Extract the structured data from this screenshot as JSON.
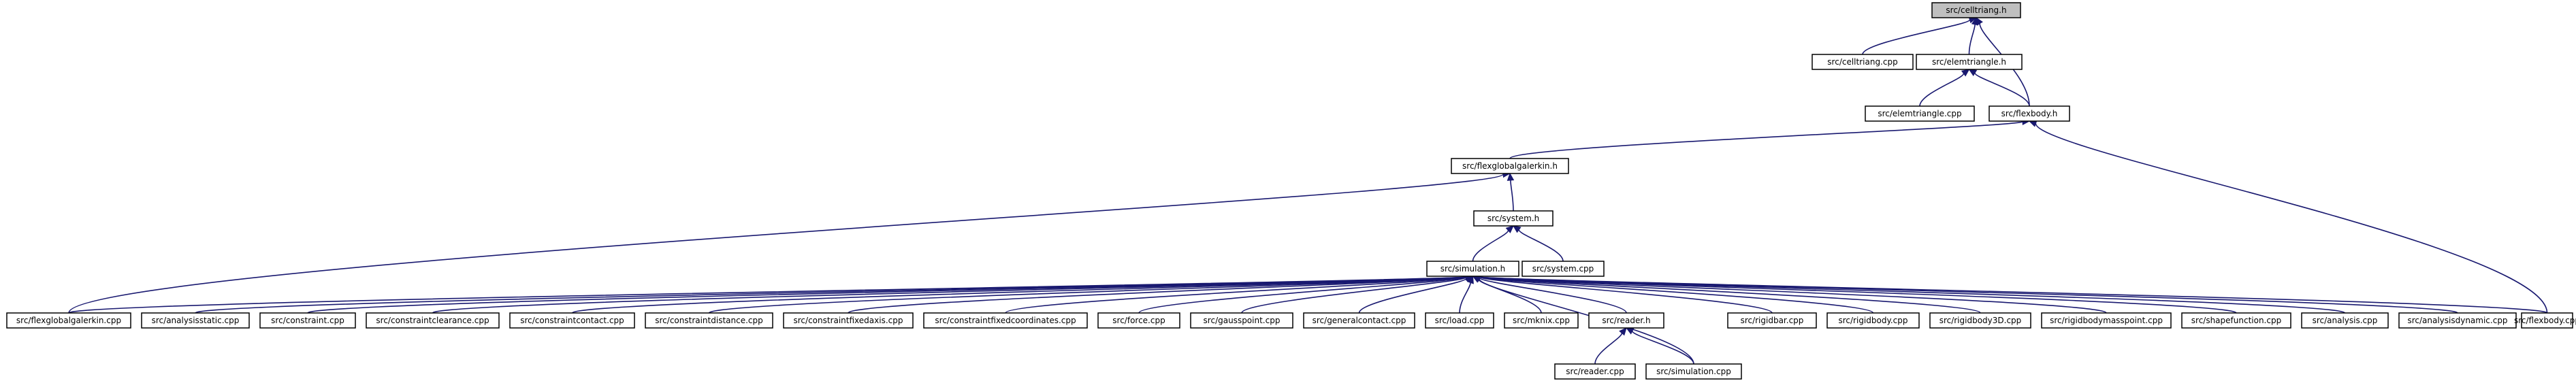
{
  "colors": {
    "primary_edge": "#191970",
    "root_fill": "#bfbfbf",
    "node_border": "#000000",
    "background": "#ffffff"
  },
  "nodes": [
    {
      "id": "celltriang_h",
      "label": "src/celltriang.h",
      "root": true
    },
    {
      "id": "celltriang_cpp",
      "label": "src/celltriang.cpp"
    },
    {
      "id": "elemtriangle_h",
      "label": "src/elemtriangle.h"
    },
    {
      "id": "elemtriangle_cpp",
      "label": "src/elemtriangle.cpp"
    },
    {
      "id": "flexbody_h",
      "label": "src/flexbody.h"
    },
    {
      "id": "flexglobalgalerkin_h",
      "label": "src/flexglobalgalerkin.h"
    },
    {
      "id": "system_h",
      "label": "src/system.h"
    },
    {
      "id": "simulation_h",
      "label": "src/simulation.h"
    },
    {
      "id": "system_cpp",
      "label": "src/system.cpp"
    },
    {
      "id": "flexglobalgalerkin_cpp",
      "label": "src/flexglobalgalerkin.cpp"
    },
    {
      "id": "analysisstatic_cpp",
      "label": "src/analysisstatic.cpp"
    },
    {
      "id": "constraint_cpp",
      "label": "src/constraint.cpp"
    },
    {
      "id": "constraintclearance_cpp",
      "label": "src/constraintclearance.cpp"
    },
    {
      "id": "constraintcontact_cpp",
      "label": "src/constraintcontact.cpp"
    },
    {
      "id": "constraintdistance_cpp",
      "label": "src/constraintdistance.cpp"
    },
    {
      "id": "constraintfixedaxis_cpp",
      "label": "src/constraintfixedaxis.cpp"
    },
    {
      "id": "constraintfixedcoordinates_cpp",
      "label": "src/constraintfixedcoordinates.cpp"
    },
    {
      "id": "force_cpp",
      "label": "src/force.cpp"
    },
    {
      "id": "gausspoint_cpp",
      "label": "src/gausspoint.cpp"
    },
    {
      "id": "generalcontact_cpp",
      "label": "src/generalcontact.cpp"
    },
    {
      "id": "load_cpp",
      "label": "src/load.cpp"
    },
    {
      "id": "mknix_cpp",
      "label": "src/mknix.cpp"
    },
    {
      "id": "reader_h",
      "label": "src/reader.h"
    },
    {
      "id": "rigidbar_cpp",
      "label": "src/rigidbar.cpp"
    },
    {
      "id": "rigidbody_cpp",
      "label": "src/rigidbody.cpp"
    },
    {
      "id": "rigidbody3D_cpp",
      "label": "src/rigidbody3D.cpp"
    },
    {
      "id": "rigidbodymasspoint_cpp",
      "label": "src/rigidbodymasspoint.cpp"
    },
    {
      "id": "shapefunction_cpp",
      "label": "src/shapefunction.cpp"
    },
    {
      "id": "analysis_cpp",
      "label": "src/analysis.cpp"
    },
    {
      "id": "analysisdynamic_cpp",
      "label": "src/analysisdynamic.cpp"
    },
    {
      "id": "flexbody_cpp",
      "label": "src/flexbody.cpp"
    },
    {
      "id": "reader_cpp",
      "label": "src/reader.cpp"
    },
    {
      "id": "simulation_cpp",
      "label": "src/simulation.cpp"
    }
  ],
  "edges": [
    {
      "from": "celltriang_cpp",
      "to": "celltriang_h"
    },
    {
      "from": "elemtriangle_h",
      "to": "celltriang_h"
    },
    {
      "from": "flexbody_h",
      "to": "celltriang_h"
    },
    {
      "from": "elemtriangle_cpp",
      "to": "elemtriangle_h"
    },
    {
      "from": "flexbody_h",
      "to": "elemtriangle_h"
    },
    {
      "from": "flexglobalgalerkin_h",
      "to": "flexbody_h"
    },
    {
      "from": "flexbody_cpp",
      "to": "flexbody_h"
    },
    {
      "from": "system_h",
      "to": "flexglobalgalerkin_h"
    },
    {
      "from": "flexglobalgalerkin_cpp",
      "to": "flexglobalgalerkin_h"
    },
    {
      "from": "simulation_h",
      "to": "system_h"
    },
    {
      "from": "system_cpp",
      "to": "system_h"
    },
    {
      "from": "analysisstatic_cpp",
      "to": "simulation_h"
    },
    {
      "from": "constraint_cpp",
      "to": "simulation_h"
    },
    {
      "from": "constraintclearance_cpp",
      "to": "simulation_h"
    },
    {
      "from": "constraintcontact_cpp",
      "to": "simulation_h"
    },
    {
      "from": "constraintdistance_cpp",
      "to": "simulation_h"
    },
    {
      "from": "constraintfixedaxis_cpp",
      "to": "simulation_h"
    },
    {
      "from": "constraintfixedcoordinates_cpp",
      "to": "simulation_h"
    },
    {
      "from": "force_cpp",
      "to": "simulation_h"
    },
    {
      "from": "gausspoint_cpp",
      "to": "simulation_h"
    },
    {
      "from": "generalcontact_cpp",
      "to": "simulation_h"
    },
    {
      "from": "load_cpp",
      "to": "simulation_h"
    },
    {
      "from": "mknix_cpp",
      "to": "simulation_h"
    },
    {
      "from": "reader_h",
      "to": "simulation_h"
    },
    {
      "from": "simulation_cpp",
      "to": "simulation_h"
    },
    {
      "from": "rigidbar_cpp",
      "to": "simulation_h"
    },
    {
      "from": "rigidbody_cpp",
      "to": "simulation_h"
    },
    {
      "from": "rigidbody3D_cpp",
      "to": "simulation_h"
    },
    {
      "from": "rigidbodymasspoint_cpp",
      "to": "simulation_h"
    },
    {
      "from": "shapefunction_cpp",
      "to": "simulation_h"
    },
    {
      "from": "analysis_cpp",
      "to": "simulation_h"
    },
    {
      "from": "analysisdynamic_cpp",
      "to": "simulation_h"
    },
    {
      "from": "flexbody_cpp",
      "to": "simulation_h"
    },
    {
      "from": "flexglobalgalerkin_cpp",
      "to": "simulation_h"
    },
    {
      "from": "reader_cpp",
      "to": "reader_h"
    },
    {
      "from": "simulation_cpp",
      "to": "reader_h"
    }
  ]
}
